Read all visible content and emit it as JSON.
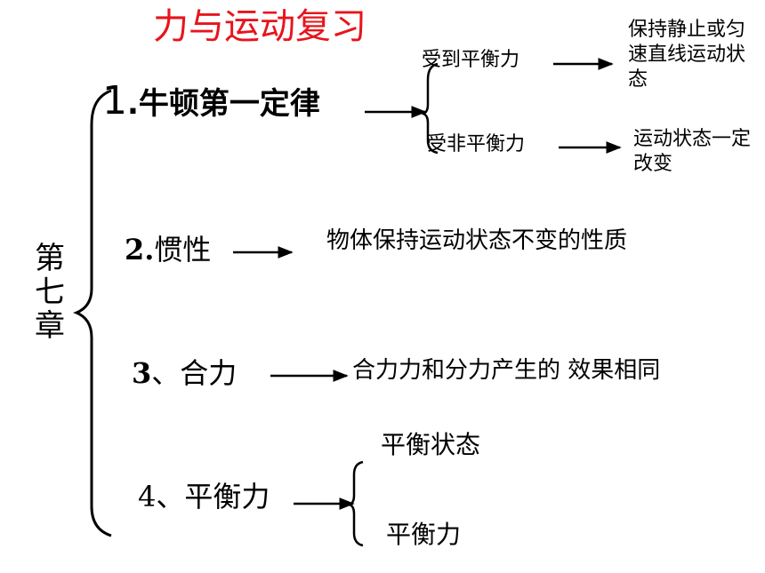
{
  "title": "力与运动复习",
  "chapter": "第七章",
  "items": [
    {
      "num": "1",
      "label": ".牛顿第一定律",
      "branches": [
        {
          "condition": "受到平衡力",
          "result": "保持静止或匀速直线运动状态"
        },
        {
          "condition": "受非平衡力",
          "result": "运动状态一定改变"
        }
      ]
    },
    {
      "num": "2.",
      "label": "惯性",
      "definition": "物体保持运动状态不变的性质"
    },
    {
      "num": "3",
      "label": "、合力",
      "definition": "合力力和分力产生的 效果相同"
    },
    {
      "label": "4、平衡力",
      "branches": [
        "平衡状态",
        "平衡力"
      ]
    }
  ],
  "colors": {
    "title": "#e8141c",
    "text": "#000000"
  }
}
